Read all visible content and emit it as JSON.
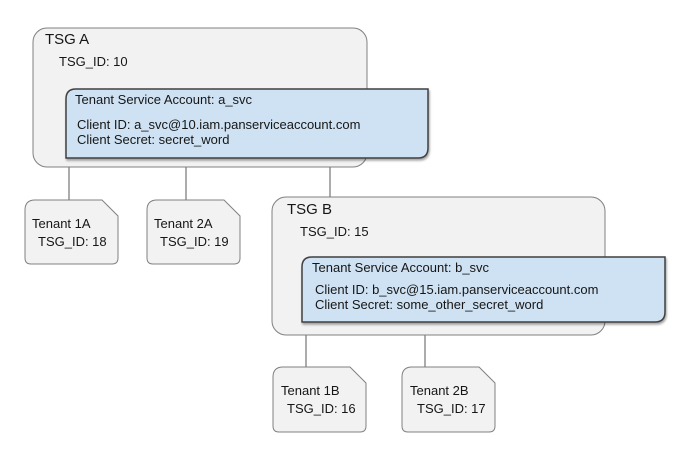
{
  "diagram": {
    "tsg_a": {
      "title": "TSG A",
      "id_label": "TSG_ID: 10",
      "service_account": {
        "title": "Tenant Service Account: a_svc",
        "client_id": "Client ID: a_svc@10.iam.panserviceaccount.com",
        "client_secret": "Client Secret: secret_word"
      },
      "tenants": [
        {
          "title": "Tenant 1A",
          "id_label": "TSG_ID: 18"
        },
        {
          "title": "Tenant 2A",
          "id_label": "TSG_ID: 19"
        }
      ]
    },
    "tsg_b": {
      "title": "TSG B",
      "id_label": "TSG_ID: 15",
      "service_account": {
        "title": "Tenant Service Account: b_svc",
        "client_id": "Client ID: b_svc@15.iam.panserviceaccount.com",
        "client_secret": "Client Secret: some_other_secret_word"
      },
      "tenants": [
        {
          "title": "Tenant 1B",
          "id_label": "TSG_ID: 16"
        },
        {
          "title": "Tenant 2B",
          "id_label": "TSG_ID: 17"
        }
      ]
    },
    "colors": {
      "box_fill": "#f2f2f2",
      "box_border": "#808080",
      "account_fill": "#cfe2f3",
      "account_border": "#3f3f3f",
      "connector": "#595959",
      "text": "#161616"
    }
  }
}
